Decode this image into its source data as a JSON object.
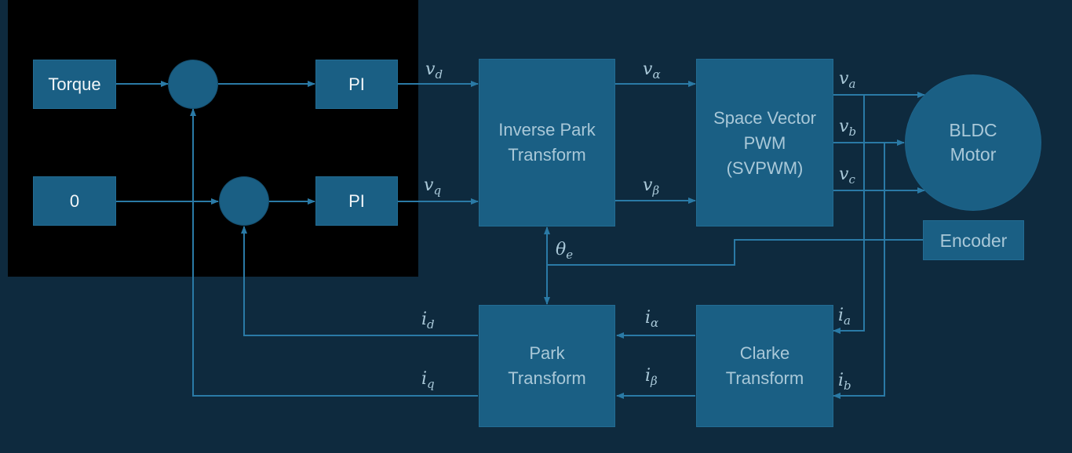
{
  "diagram": {
    "title": "FOC (Field Oriented Control) block diagram",
    "colors": {
      "background": "#0e2a3e",
      "block": "#1a5f84",
      "line": "#2a7aa6",
      "text": "#a9c8d8",
      "highlight_panel": "#000000"
    },
    "blocks": {
      "torque": {
        "label": "Torque"
      },
      "zero": {
        "label": "0"
      },
      "pi_d": {
        "label": "PI"
      },
      "pi_q": {
        "label": "PI"
      },
      "inverse_park": {
        "line1": "Inverse Park",
        "line2": "Transform"
      },
      "svpwm": {
        "line1": "Space Vector",
        "line2": "PWM",
        "line3": "(SVPWM)"
      },
      "motor": {
        "line1": "BLDC",
        "line2": "Motor"
      },
      "encoder": {
        "label": "Encoder"
      },
      "park": {
        "line1": "Park",
        "line2": "Transform"
      },
      "clarke": {
        "line1": "Clarke",
        "line2": "Transform"
      }
    },
    "signals": {
      "vd": {
        "base": "v",
        "sub": "d"
      },
      "vq": {
        "base": "v",
        "sub": "q"
      },
      "valpha": {
        "base": "v",
        "sub": "α"
      },
      "vbeta": {
        "base": "v",
        "sub": "β"
      },
      "va": {
        "base": "v",
        "sub": "a"
      },
      "vb": {
        "base": "v",
        "sub": "b"
      },
      "vc": {
        "base": "v",
        "sub": "c"
      },
      "theta": {
        "base": "θ",
        "sub": "e"
      },
      "ialpha": {
        "base": "i",
        "sub": "α"
      },
      "ibeta": {
        "base": "i",
        "sub": "β"
      },
      "ia": {
        "base": "i",
        "sub": "a"
      },
      "ib": {
        "base": "i",
        "sub": "b"
      },
      "id": {
        "base": "i",
        "sub": "d"
      },
      "iq": {
        "base": "i",
        "sub": "q"
      }
    }
  }
}
